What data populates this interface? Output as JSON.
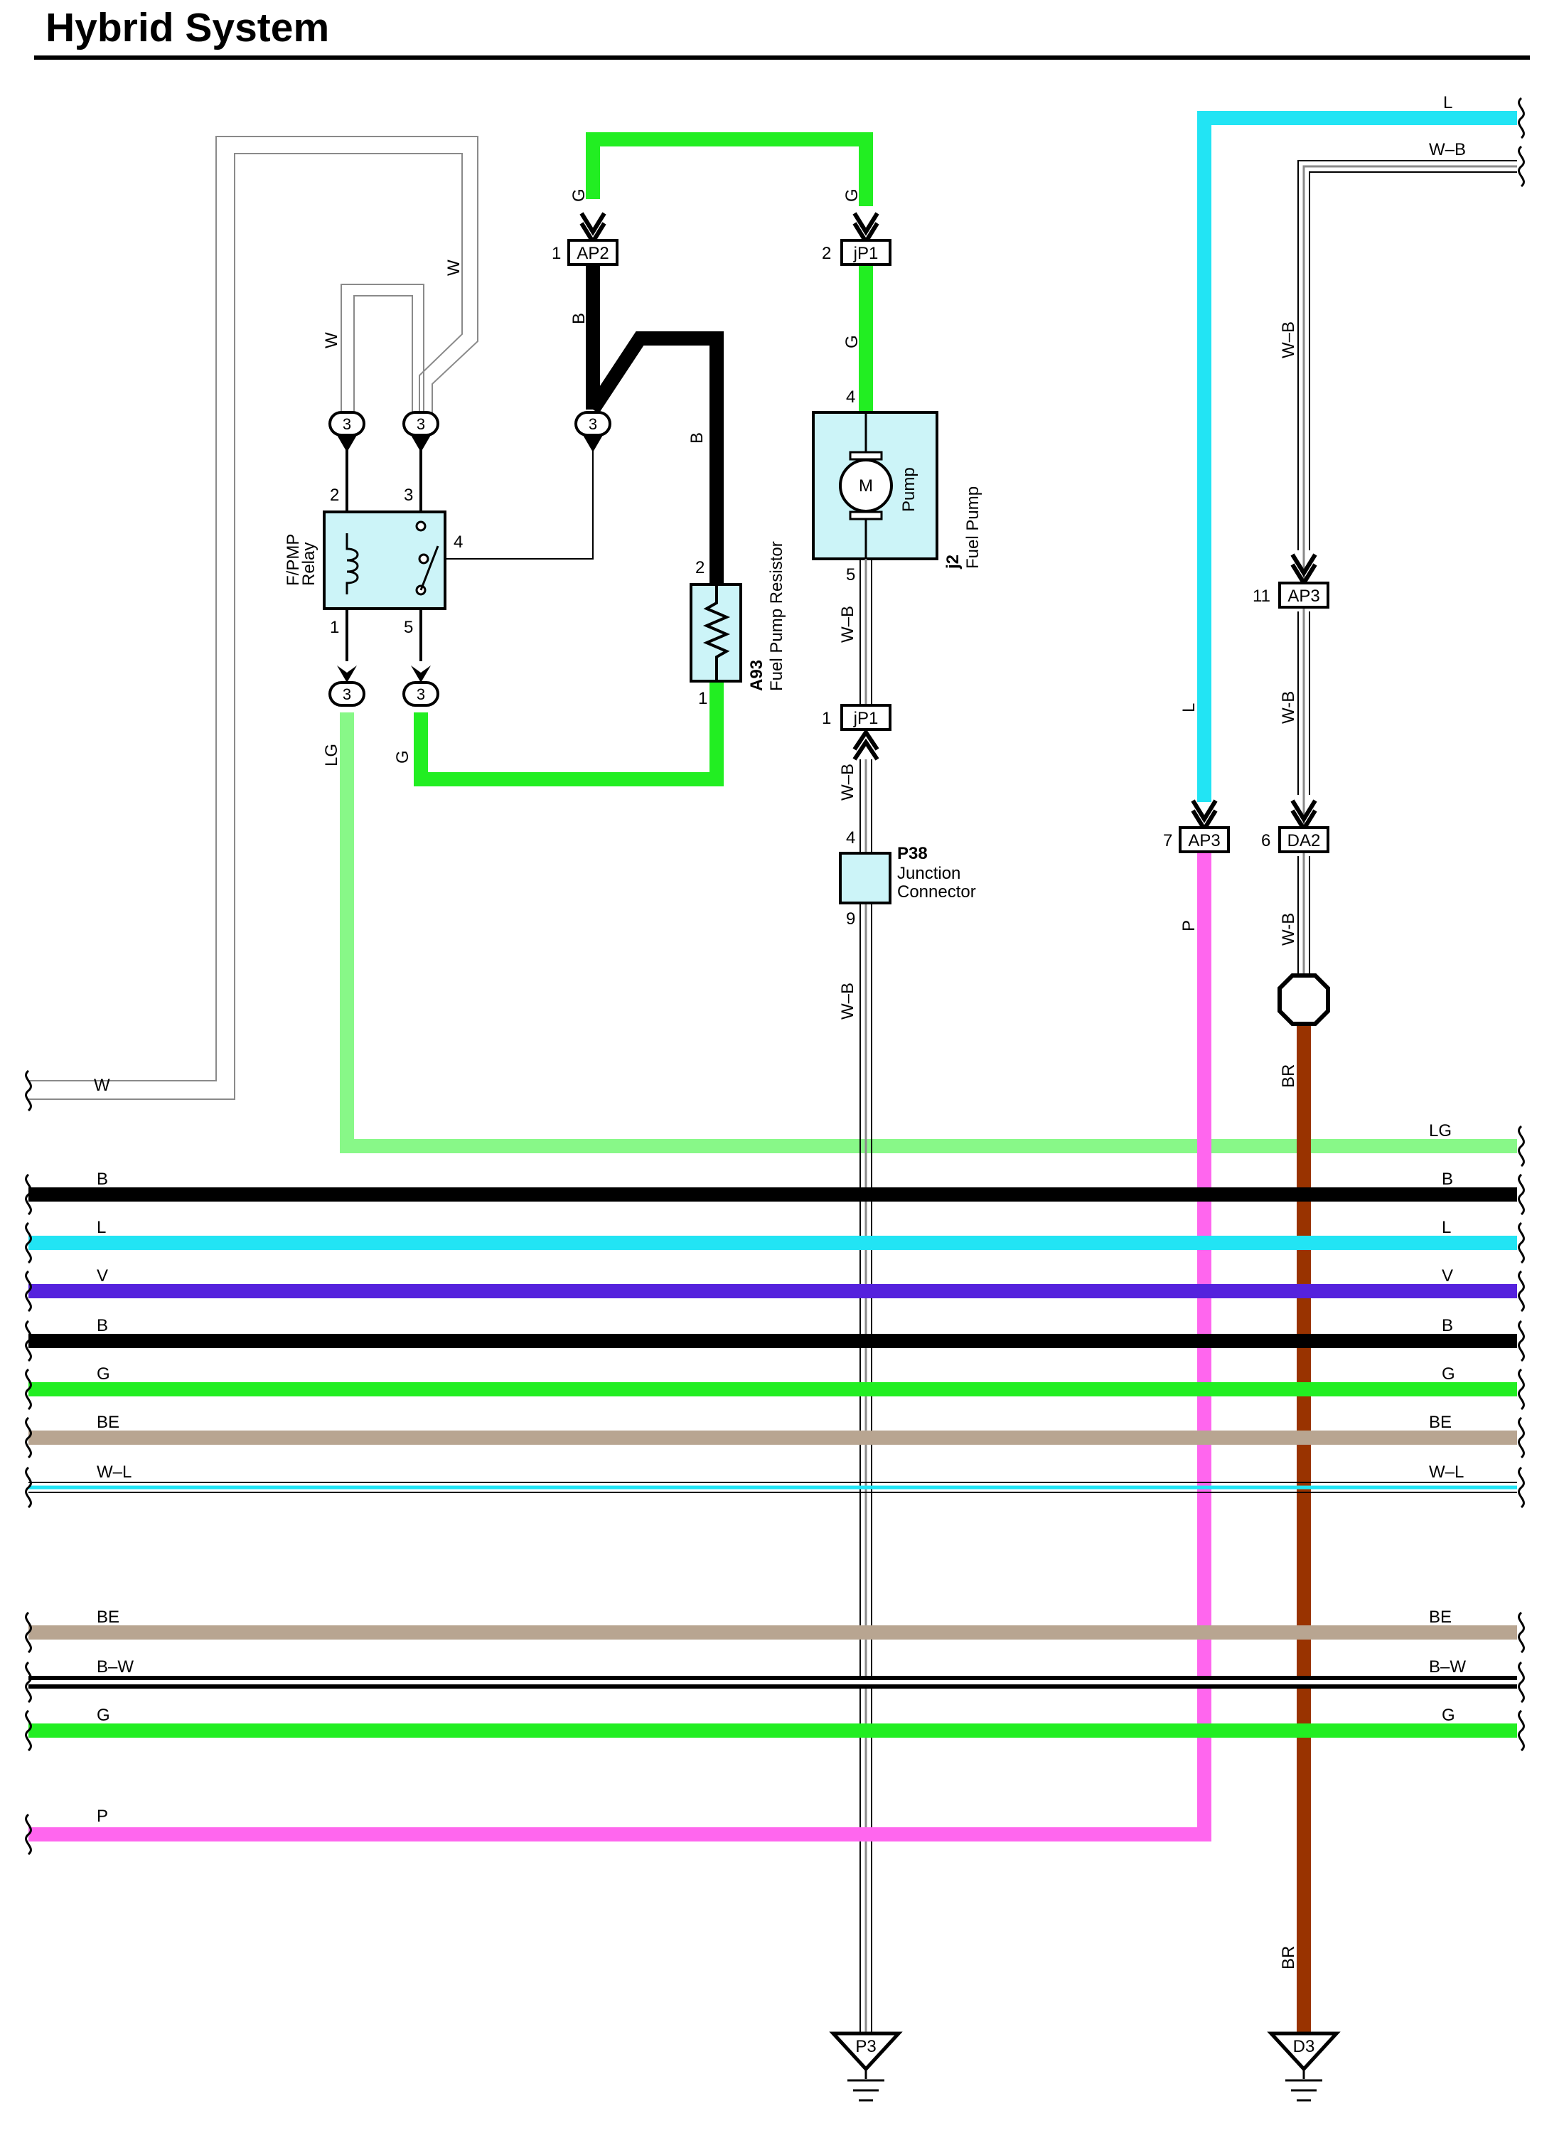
{
  "title": "Hybrid System",
  "colors": {
    "green": "#22ee22",
    "light_green": "#88f888",
    "cyan": "#22e4f4",
    "violet": "#5522dd",
    "beige": "#b8a591",
    "pink": "#ff66ee",
    "brown": "#993300",
    "black": "#000000",
    "component_fill": "#ccf4f8"
  },
  "wires": {
    "w": "W",
    "g": "G",
    "b": "B",
    "lg": "LG",
    "l": "L",
    "wb": "W–B",
    "wb_hyphen": "W-B",
    "p": "P",
    "br": "BR"
  },
  "bus_lines": [
    {
      "label": "LG",
      "color": "light_green",
      "left": false
    },
    {
      "label": "B",
      "color": "black"
    },
    {
      "label": "L",
      "color": "cyan"
    },
    {
      "label": "V",
      "color": "violet"
    },
    {
      "label": "B",
      "color": "black"
    },
    {
      "label": "G",
      "color": "green"
    },
    {
      "label": "BE",
      "color": "beige"
    },
    {
      "label": "W–L",
      "color": "cyan_stripe"
    },
    {
      "label": "BE",
      "color": "beige"
    },
    {
      "label": "B–W",
      "color": "black_stripe"
    },
    {
      "label": "G",
      "color": "green"
    }
  ],
  "connectors": {
    "ap2": {
      "name": "AP2",
      "pin": "1"
    },
    "jp1_top": {
      "name": "jP1",
      "pin": "2"
    },
    "jp1_bottom": {
      "name": "jP1",
      "pin": "1"
    },
    "ap3_upper": {
      "name": "AP3",
      "pin": "11"
    },
    "ap3_lower": {
      "name": "AP3",
      "pin": "7"
    },
    "da2": {
      "name": "DA2",
      "pin": "6"
    },
    "junction_pin": "3"
  },
  "relay": {
    "label": "F/PMP",
    "label2": "Relay",
    "pins": [
      "2",
      "3",
      "4",
      "1",
      "5"
    ]
  },
  "resistor": {
    "code": "A93",
    "name": "Fuel Pump Resistor",
    "pin_top": "2",
    "pin_bottom": "1"
  },
  "pump": {
    "code": "j2",
    "name": "Fuel Pump",
    "inner": "Pump",
    "motor": "M",
    "pin_top": "4",
    "pin_bottom": "5"
  },
  "junction_connector": {
    "code": "P38",
    "line1": "Junction",
    "line2": "Connector",
    "pin_top": "4",
    "pin_bottom": "9"
  },
  "grounds": {
    "p3": "P3",
    "d3": "D3"
  }
}
